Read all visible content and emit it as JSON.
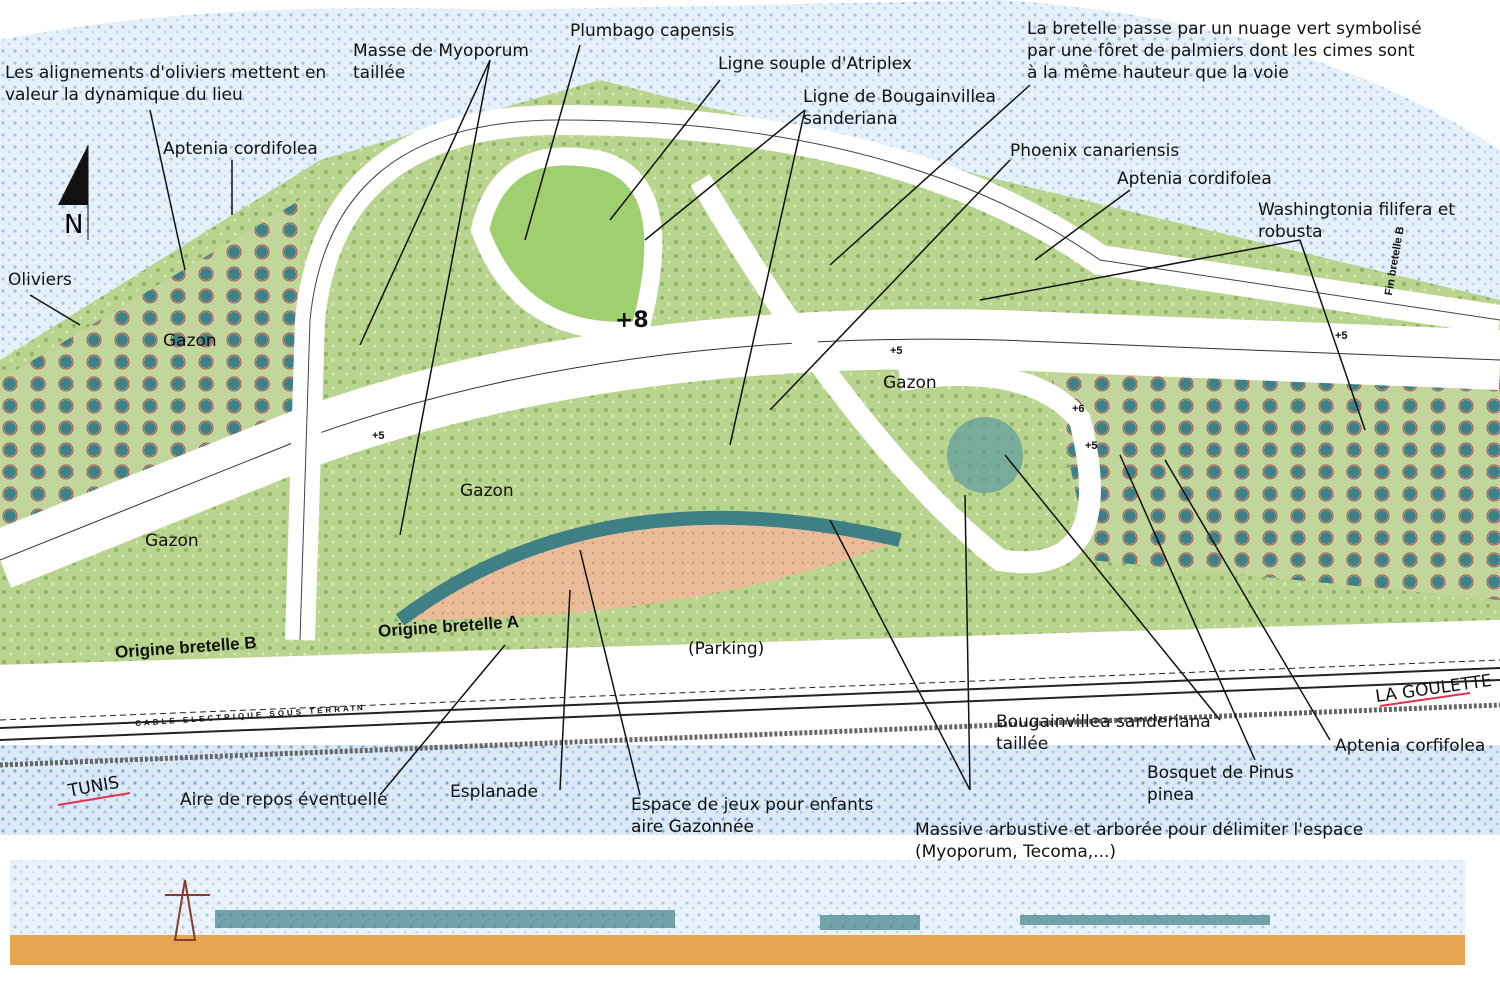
{
  "north_label": "N",
  "labels": {
    "oliviers_alignement": [
      "Les alignements d'oliviers mettent en",
      "valeur la dynamique du lieu"
    ],
    "myoporum": [
      "Masse de Myoporum",
      "taillée"
    ],
    "plumbago": "Plumbago capensis",
    "atriplex": "Ligne souple d'Atriplex",
    "bougainvillea_line": [
      "Ligne de Bougainvillea",
      "sanderiana"
    ],
    "bretelle_note": [
      "La bretelle passe par un nuage vert symbolisé",
      "par une fôret de palmiers dont les cimes sont",
      "à la même hauteur que la voie"
    ],
    "aptenia_left": "Aptenia cordifolea",
    "phoenix": "Phoenix canariensis",
    "aptenia_right": "Aptenia cordifolea",
    "washingtonia": [
      "Washingtonia filifera et",
      "robusta"
    ],
    "oliviers": "Oliviers",
    "gazon_1": "Gazon",
    "gazon_2": "Gazon",
    "gazon_3": "Gazon",
    "gazon_4": "Gazon",
    "origine_b": "Origine bretelle B",
    "origine_a": "Origine bretelle A",
    "fin_bretelle_b": "Fin bretelle B",
    "parking": "(Parking)",
    "cable": "CABLE ELECTRIQUE SOUS TERRAIN",
    "bougainvillea_taillee": [
      "Bougainvillea sanderiana",
      "taillée"
    ],
    "pinus": [
      "Bosquet de Pinus",
      "pinea"
    ],
    "aptenia_bottom": "Aptenia corfifolea",
    "la_goulette": "LA GOULETTE",
    "tunis": "TUNIS",
    "aire_repos": "Aire de repos éventuelle",
    "esplanade": "Esplanade",
    "espace_jeux": [
      "Espace de jeux pour enfants",
      "aire Gazonnée"
    ],
    "massive": [
      "Massive arbustive et arborée pour délimiter l'espace",
      "(Myoporum, Tecoma,...)"
    ],
    "level_marks": [
      "+5",
      "+5",
      "+5",
      "+8",
      "+6",
      "+5"
    ]
  },
  "colors": {
    "water": "#8fb8e0",
    "grass": "#a9c97a",
    "grass_dark": "#6e9a4a",
    "tree": "#3f7f86",
    "esplanade": "#e3b08e",
    "ground": "#e7a552",
    "arrow_red": "#e0304a"
  }
}
